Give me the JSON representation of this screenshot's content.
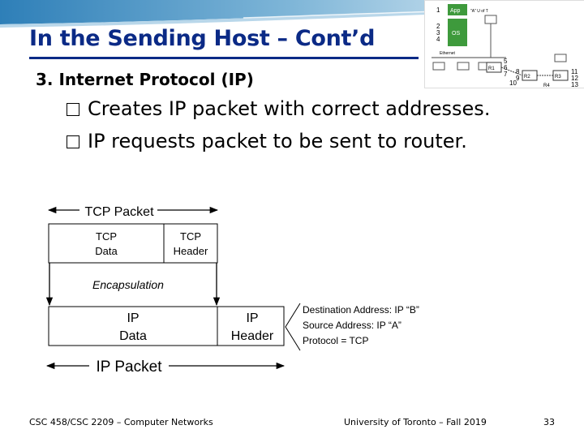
{
  "slide": {
    "title": "In the Sending Host – Cont’d",
    "subheading": "3. Internet Protocol (IP)",
    "bullets": [
      "Creates IP packet with correct addresses.",
      "IP requests packet to be sent to router."
    ],
    "diagram": {
      "tcp_packet_label": "TCP Packet",
      "tcp_data": [
        "TCP",
        "Data"
      ],
      "tcp_header": [
        "TCP",
        "Header"
      ],
      "encapsulation": "Encapsulation",
      "ip_data": [
        "IP",
        "Data"
      ],
      "ip_header": [
        "IP",
        "Header"
      ],
      "header_fields": [
        "Destination Address: IP “B”",
        "Source Address: IP “A”",
        "Protocol = TCP"
      ],
      "ip_packet_label": "IP Packet"
    },
    "thumbnail": {
      "layers": [
        "App",
        "OS",
        "Ethernet"
      ],
      "numbers": [
        "1",
        "2",
        "3",
        "4",
        "5",
        "6",
        "7",
        "8",
        "9",
        "10",
        "11",
        "12",
        "13"
      ],
      "routers": [
        "R1",
        "R2",
        "R3",
        "R4"
      ],
      "app_note": "\"A\" U of T"
    },
    "footer": {
      "left": "CSC 458/CSC 2209 – Computer Networks",
      "center": "University of Toronto – Fall 2019",
      "page": "33"
    }
  }
}
